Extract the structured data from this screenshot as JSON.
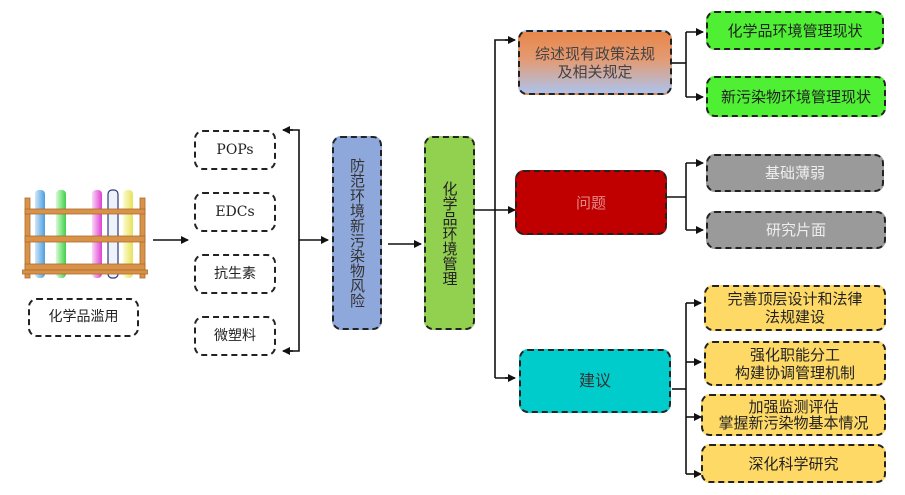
{
  "source_node": {
    "label": "化学品滥用",
    "illustration": "test-tube-rack"
  },
  "pollutants": [
    {
      "label": "POPs"
    },
    {
      "label": "EDCs"
    },
    {
      "label": "抗生素"
    },
    {
      "label": "微塑料"
    }
  ],
  "risk_node": {
    "label": "防范环境新污染物风险",
    "color": "#8fa8db"
  },
  "management_node": {
    "label": "化学品环境管理",
    "color": "#92d050"
  },
  "branches": [
    {
      "label": "综述现有政策法规\n及相关规定",
      "color_top": "#e8874a",
      "color_bottom": "#adc3ec",
      "children": [
        {
          "label": "化学品环境管理现状",
          "color": "#4ff033"
        },
        {
          "label": "新污染物环境管理现状",
          "color": "#4ff033"
        }
      ]
    },
    {
      "label": "问题",
      "color": "#c00000",
      "children": [
        {
          "label": "基础薄弱",
          "color": "#9a9a9a"
        },
        {
          "label": "研究片面",
          "color": "#9a9a9a"
        }
      ]
    },
    {
      "label": "建议",
      "color": "#00cccc",
      "children": [
        {
          "label": "完善顶层设计和法律\n法规建设",
          "color": "#ffd966"
        },
        {
          "label": "强化职能分工\n构建协调管理机制",
          "color": "#ffd966"
        },
        {
          "label": "加强监测评估\n掌握新污染物基本情况",
          "color": "#ffd966"
        },
        {
          "label": "深化科学研究",
          "color": "#ffd966"
        }
      ]
    }
  ]
}
